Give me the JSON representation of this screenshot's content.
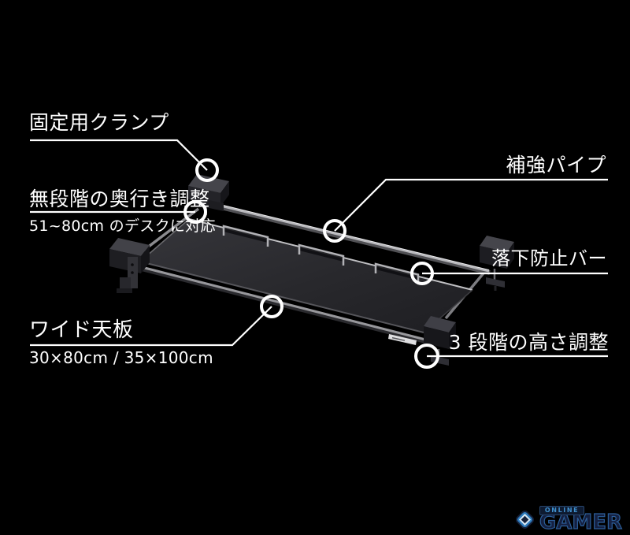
{
  "page": {
    "background": "#000000",
    "annotation_text_color": "#ffffff",
    "callout_line_color": "#ffffff"
  },
  "annotations": [
    {
      "id": "fixing-clamp",
      "label": "固定用クランプ"
    },
    {
      "id": "depth-adjust",
      "label": "無段階の奥行き調整",
      "subtitle": "51~80cm のデスクに対応"
    },
    {
      "id": "reinforcement-pipe",
      "label": "補強パイプ"
    },
    {
      "id": "fall-prevention-bar",
      "label": "落下防止バー"
    },
    {
      "id": "wide-top-board",
      "label": "ワイド天板",
      "subtitle": "30×80cm / 35×100cm"
    },
    {
      "id": "height-adjust",
      "label": "3 段階の高さ調整"
    }
  ],
  "product": {
    "name": "under-desk keyboard tray illustration",
    "tray_color": "#2a2a2e",
    "pipe_color": "#b8b8bc",
    "clamp_color": "#1d1d22"
  },
  "logo": {
    "online": "ONLINE",
    "gamer": "GAMER",
    "icon": "gamer-gem-icon",
    "blue": "#2e7bbd",
    "navy": "#16213a",
    "outline": "#2c5e99"
  }
}
